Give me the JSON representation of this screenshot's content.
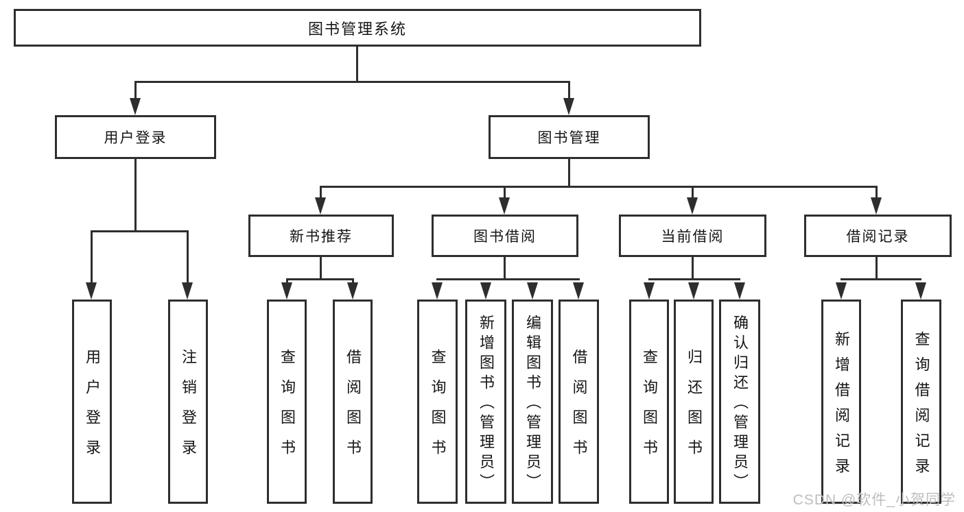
{
  "diagram_title": "图书管理系统",
  "colors": {
    "line": "#2e2e2e",
    "text": "#151515",
    "watermark": "#bdbdbd"
  },
  "nodes": {
    "root": "图书管理系统",
    "user_login": "用户登录",
    "book_mgmt": "图书管理",
    "new_book_rec": "新书推荐",
    "book_borrow": "图书借阅",
    "current_borrow": "当前借阅",
    "borrow_records": "借阅记录",
    "user_login_children": [
      "用户登录",
      "注销登录"
    ],
    "new_book_children": [
      "查询图书",
      "借阅图书"
    ],
    "book_borrow_children": [
      "查询图书",
      "新增图书（管理员）",
      "编辑图书（管理员）",
      "借阅图书"
    ],
    "current_borrow_children": [
      "查询图书",
      "归还图书",
      "确认归还（管理员）"
    ],
    "borrow_records_children": [
      "新增借阅记录",
      "查询借阅记录"
    ]
  },
  "watermark": "CSDN @软件_小贺同学"
}
